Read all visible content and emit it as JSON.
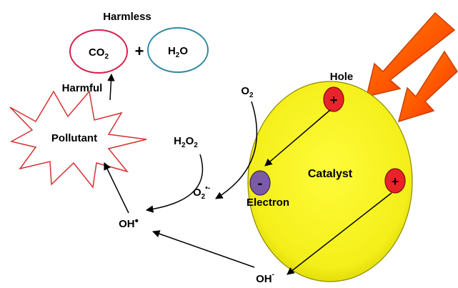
{
  "labels": {
    "harmless": "Harmless",
    "harmful": "Harmful",
    "pollutant": "Pollutant",
    "plus": "+",
    "catalyst": "Catalyst",
    "hole": "Hole",
    "electron": "Electron",
    "hole_sign": "+",
    "electron_sign": "-"
  },
  "species": {
    "co2": {
      "main": "CO",
      "sub": "2"
    },
    "h2o": {
      "main": "H",
      "sub": "2",
      "tail": "O"
    },
    "o2": {
      "main": "O",
      "sub": "2"
    },
    "h2o2": {
      "main": "H",
      "sub": "2",
      "mid": "O",
      "sub2": "2"
    },
    "superoxide": {
      "main": "O",
      "sub": "2",
      "sup": "•-"
    },
    "oh_radical": {
      "main": "OH",
      "sup": "•"
    },
    "hydroxide": {
      "main": "OH",
      "sup": "-"
    }
  },
  "colors": {
    "co2_ring": "#d61f4b",
    "h2o_ring": "#2e8aa0",
    "catalyst_fill": "#f7f320",
    "hole_fill": "#e8232a",
    "electron_fill": "#7b5aa8",
    "light_arrow": "#ff3a00"
  }
}
